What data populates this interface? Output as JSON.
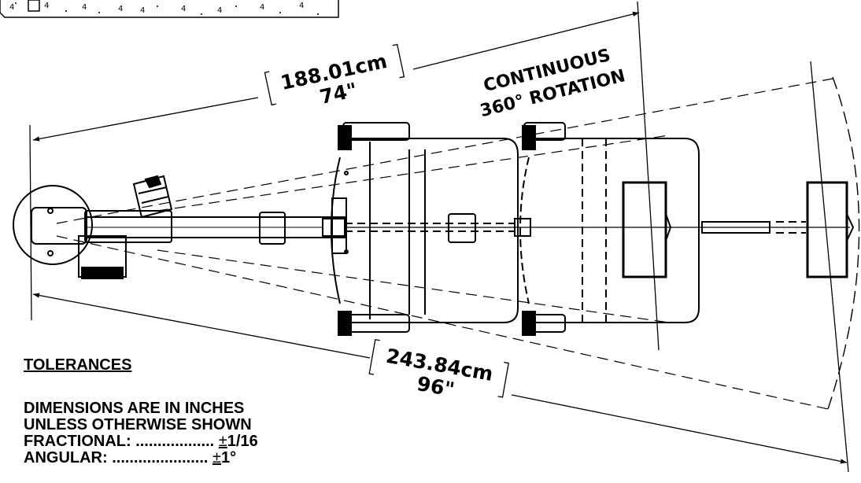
{
  "dim_reach": {
    "metric": "188.01cm",
    "imperial": "74\""
  },
  "dim_overall": {
    "metric": "243.84cm",
    "imperial": "96\""
  },
  "rotation_note": {
    "line1": "CONTINUOUS",
    "line2": "360° ROTATION"
  },
  "tolerances": {
    "heading": "TOLERANCES",
    "line1": "DIMENSIONS ARE IN INCHES",
    "line2": "UNLESS OTHERWISE SHOWN",
    "fractional_label": "FRACTIONAL: .................. ",
    "fractional_pm": "±",
    "fractional_value": "1/16",
    "angular_label": "ANGULAR: ...................... ",
    "angular_pm": "±",
    "angular_value": "1°"
  }
}
